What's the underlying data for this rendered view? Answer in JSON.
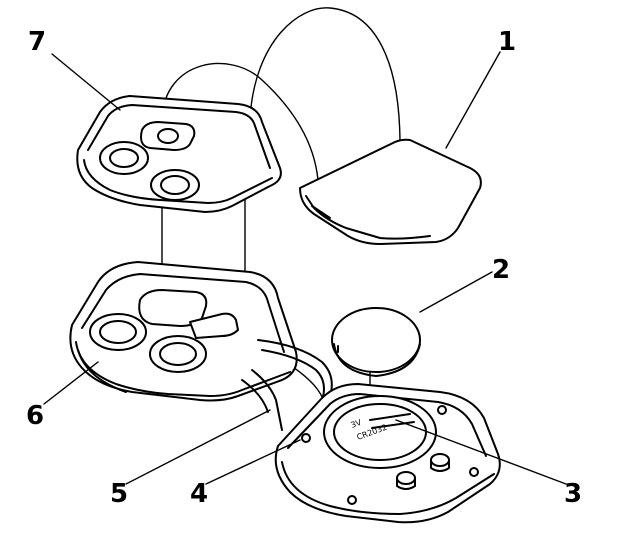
{
  "callouts": [
    {
      "id": "1",
      "label": "1"
    },
    {
      "id": "2",
      "label": "2"
    },
    {
      "id": "3",
      "label": "3"
    },
    {
      "id": "4",
      "label": "4"
    },
    {
      "id": "5",
      "label": "5"
    },
    {
      "id": "6",
      "label": "6"
    },
    {
      "id": "7",
      "label": "7"
    }
  ],
  "colors": {
    "line": "#000000",
    "background": "#ffffff"
  },
  "case_label_text": {
    "line1": "3V",
    "line2": "CR2032"
  }
}
